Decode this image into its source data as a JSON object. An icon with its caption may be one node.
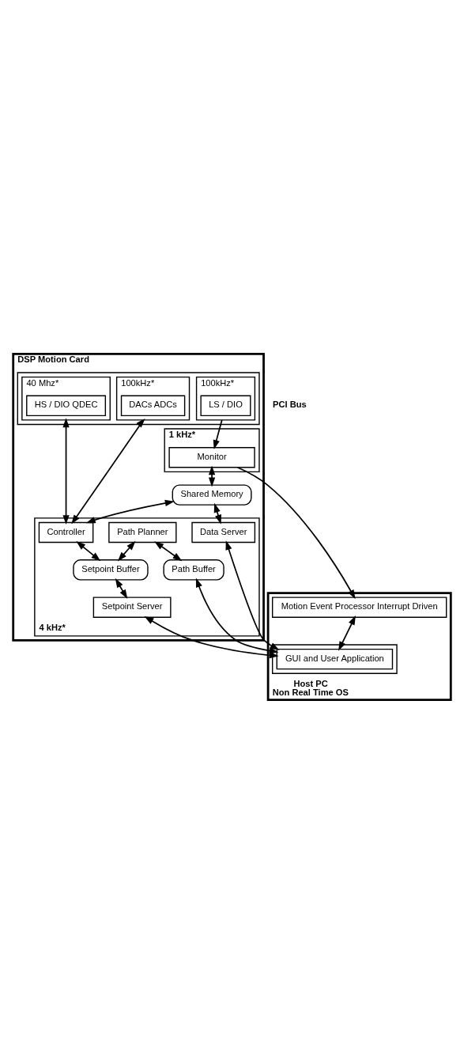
{
  "diagram": {
    "nodes": [
      {
        "text": [
          "DSP Motion Card"
        ]
      },
      {
        "text": [],
        "shape": "box",
        "in": 0
      },
      {
        "text": [
          "100kHz*"
        ],
        "in": 1
      },
      {
        "text": [
          "LS / DIO"
        ],
        "in": 2
      },
      {
        "text": [
          "40 Mhz*"
        ],
        "in": 1
      },
      {
        "text": [
          "HS / DIO QDEC"
        ],
        "in": 4
      },
      {
        "text": [
          "100kHz*"
        ],
        "in": 1
      },
      {
        "text": [
          "DACs ADCs"
        ],
        "in": 6
      },
      {
        "text": [
          "1 kHz*"
        ],
        "in": 0
      },
      {
        "text": [
          "Monitor"
        ],
        "in": 8
      },
      {
        "text": [
          "4 kHz*"
        ],
        "in": 0
      },
      {
        "text": [
          "Shared Memory"
        ],
        "in": 0
      },
      {
        "text": [
          "Data Server"
        ],
        "in": 10
      },
      {
        "text": [
          "Controller"
        ],
        "in": 10
      },
      {
        "text": [
          "Path Planner"
        ],
        "in": 10
      },
      {
        "text": [
          "Setpoint Buffer"
        ],
        "in": 10
      },
      {
        "text": [
          "Path Buffer"
        ],
        "in": 10
      },
      {
        "text": [
          "Setpoint Server"
        ],
        "in": 10
      },
      {
        "text": [
          "Host PC",
          "Non Real Time OS"
        ]
      },
      {
        "text": [
          "Motion Event Processor Interrupt Driven"
        ],
        "in": 18
      },
      {
        "text": [],
        "shape": "box",
        "in": 18
      },
      {
        "text": [
          "GUI and User Application"
        ],
        "in": 20
      }
    ],
    "edges": [
      {
        "from": 2,
        "to": 9,
        "arrow": "to"
      },
      {
        "from": 13,
        "to": 4,
        "arrow": "both"
      },
      {
        "from": 13,
        "to": 6,
        "arrow": "both"
      },
      {
        "from": 9,
        "to": 11,
        "arrow": "both"
      },
      {
        "from": 11,
        "to": 12,
        "arrow": "both"
      },
      {
        "from": 11,
        "to": 13,
        "arrow": "both"
      },
      {
        "from": 13,
        "to": 15,
        "arrow": "both"
      },
      {
        "from": 14,
        "to": 15,
        "arrow": "both"
      },
      {
        "from": 14,
        "to": 16,
        "arrow": "both"
      },
      {
        "from": 15,
        "to": 17,
        "arrow": "both"
      },
      {
        "from": 9,
        "to": 19,
        "arrow": "to"
      },
      {
        "from": 12,
        "to": 21,
        "arrow": "both"
      },
      {
        "from": 16,
        "to": 21,
        "arrow": "both"
      },
      {
        "from": 17,
        "to": 21,
        "arrow": "both"
      },
      {
        "from": 19,
        "to": 21,
        "arrow": "both"
      }
    ],
    "labels": [
      "PCI Bus"
    ]
  }
}
